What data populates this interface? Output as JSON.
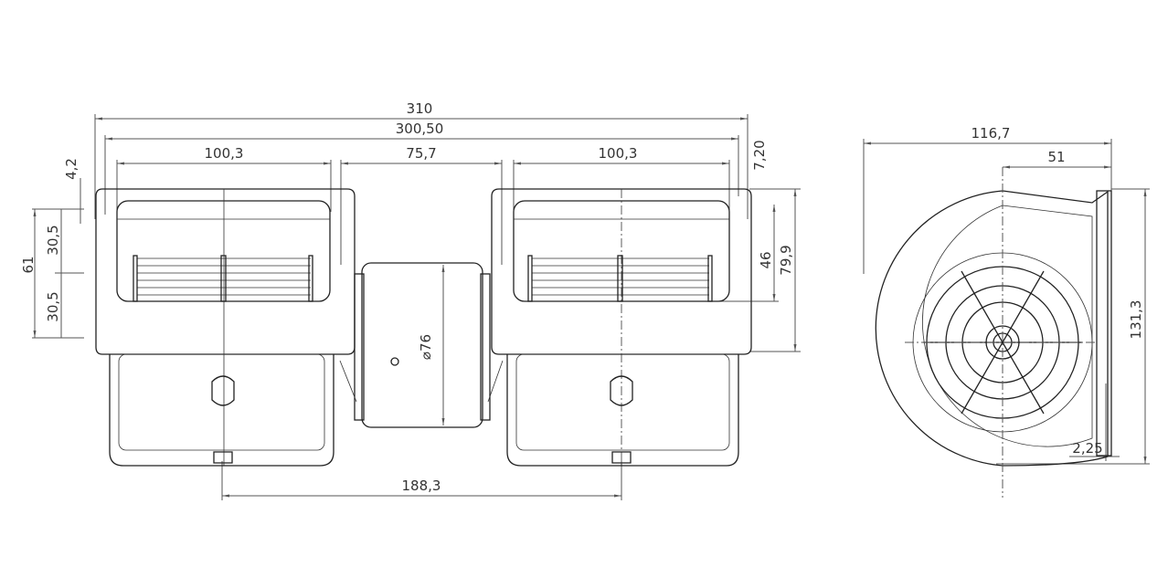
{
  "front_view": {
    "overall_width": "310",
    "flange_width": "300,50",
    "left_inlet_width": "100,3",
    "motor_gap": "75,7",
    "right_inlet_width": "100,3",
    "flange_offset": "7,20",
    "slot_height": "4,2",
    "upper_half": "30,5",
    "lower_half": "30,5",
    "slot_span": "61",
    "inlet_height": "46",
    "housing_height": "79,9",
    "motor_diameter": "⌀76",
    "mount_spacing": "188,3"
  },
  "side_view": {
    "overall_width": "116,7",
    "axis_offset": "51",
    "overall_height": "131,3",
    "flange_thickness": "2,25"
  }
}
